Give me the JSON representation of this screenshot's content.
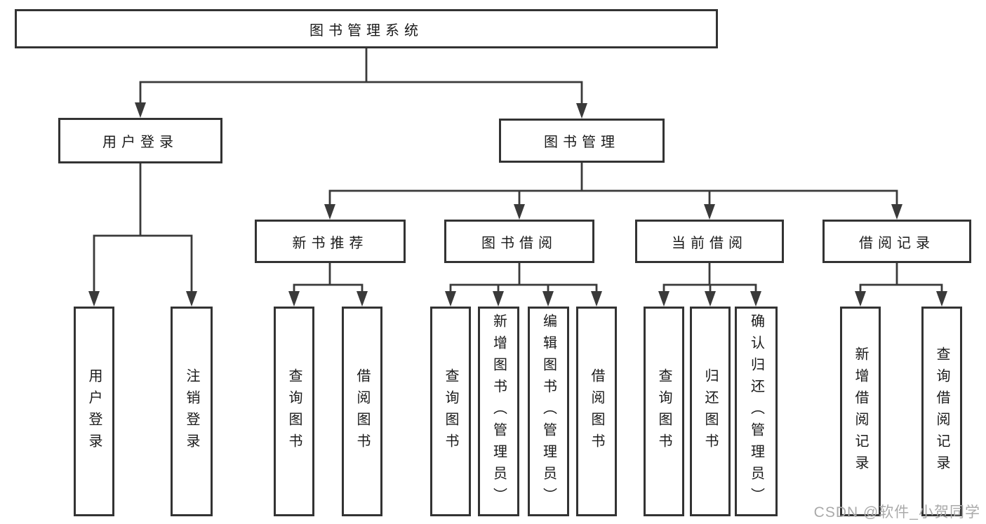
{
  "tree": {
    "label": "图书管理系统",
    "children": [
      {
        "label": "用户登录",
        "children": [
          {
            "label": "用户登录"
          },
          {
            "label": "注销登录"
          }
        ]
      },
      {
        "label": "图书管理",
        "children": [
          {
            "label": "新书推荐",
            "children": [
              {
                "label": "查询图书"
              },
              {
                "label": "借阅图书"
              }
            ]
          },
          {
            "label": "图书借阅",
            "children": [
              {
                "label": "查询图书"
              },
              {
                "label": "新增图书（管理员）"
              },
              {
                "label": "编辑图书（管理员）"
              },
              {
                "label": "借阅图书"
              }
            ]
          },
          {
            "label": "当前借阅",
            "children": [
              {
                "label": "查询图书"
              },
              {
                "label": "归还图书"
              },
              {
                "label": "确认归还（管理员）"
              }
            ]
          },
          {
            "label": "借阅记录",
            "children": [
              {
                "label": "新增借阅记录"
              },
              {
                "label": "查询借阅记录"
              }
            ]
          }
        ]
      }
    ]
  },
  "watermark": "CSDN @软件_小贺同学",
  "colors": {
    "box_border": "#333333",
    "connector": "#3a3a3a",
    "text": "#1a1a1a",
    "background": "#ffffff",
    "watermark_text": "#aaaaaa"
  }
}
